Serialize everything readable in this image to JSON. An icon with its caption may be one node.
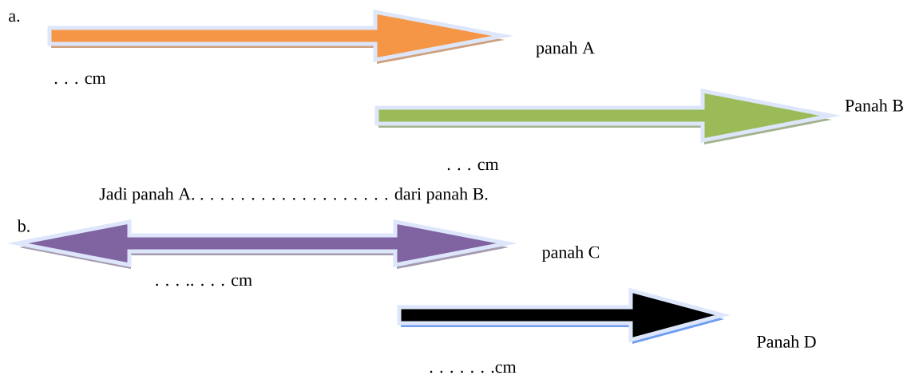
{
  "diagram": {
    "nodes": [
      {
        "text": [],
        "shape": "arrow",
        "beside": [
          "panah A",
          ". . . cm"
        ]
      },
      {
        "text": [],
        "shape": "arrow",
        "beside": [
          "Panah B",
          ". . . cm"
        ]
      },
      {
        "text": [],
        "shape": "double-arrow",
        "beside": [
          "panah C",
          ". . . .. . . . cm"
        ]
      },
      {
        "text": [],
        "shape": "arrow",
        "beside": [
          "Panah D",
          ". . . . . . .cm"
        ]
      }
    ],
    "labels": [
      "a.",
      "Jadi panah A. . . . . . . . . . . . . . . . . . . . dari panah B.",
      "b."
    ]
  }
}
